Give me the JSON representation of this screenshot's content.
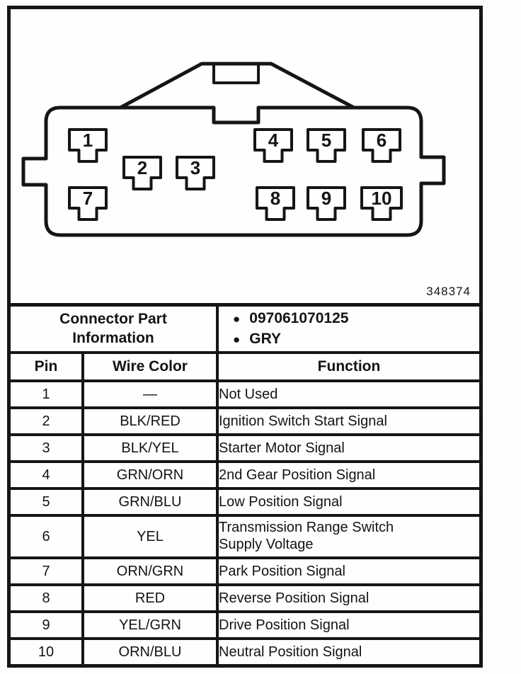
{
  "figure": {
    "figure_number": "348374",
    "connector": {
      "pins": [
        "1",
        "2",
        "3",
        "4",
        "5",
        "6",
        "7",
        "8",
        "9",
        "10"
      ]
    }
  },
  "table": {
    "part_info": {
      "label": "Connector Part Information",
      "items": [
        "097061070125",
        "GRY"
      ]
    },
    "columns": [
      "Pin",
      "Wire Color",
      "Function"
    ],
    "rows": [
      {
        "pin": "1",
        "wire_color": "—",
        "function": "Not Used"
      },
      {
        "pin": "2",
        "wire_color": "BLK/RED",
        "function": "Ignition Switch Start Signal"
      },
      {
        "pin": "3",
        "wire_color": "BLK/YEL",
        "function": "Starter Motor Signal"
      },
      {
        "pin": "4",
        "wire_color": "GRN/ORN",
        "function": "2nd Gear Position Signal"
      },
      {
        "pin": "5",
        "wire_color": "GRN/BLU",
        "function": "Low Position Signal"
      },
      {
        "pin": "6",
        "wire_color": "YEL",
        "function": "Transmission Range Switch Supply Voltage"
      },
      {
        "pin": "7",
        "wire_color": "ORN/GRN",
        "function": "Park Position Signal"
      },
      {
        "pin": "8",
        "wire_color": "RED",
        "function": "Reverse Position Signal"
      },
      {
        "pin": "9",
        "wire_color": "YEL/GRN",
        "function": "Drive Position Signal"
      },
      {
        "pin": "10",
        "wire_color": "ORN/BLU",
        "function": "Neutral Position Signal"
      }
    ]
  },
  "colors": {
    "ink": "#151515",
    "paper": "#fefefe"
  }
}
